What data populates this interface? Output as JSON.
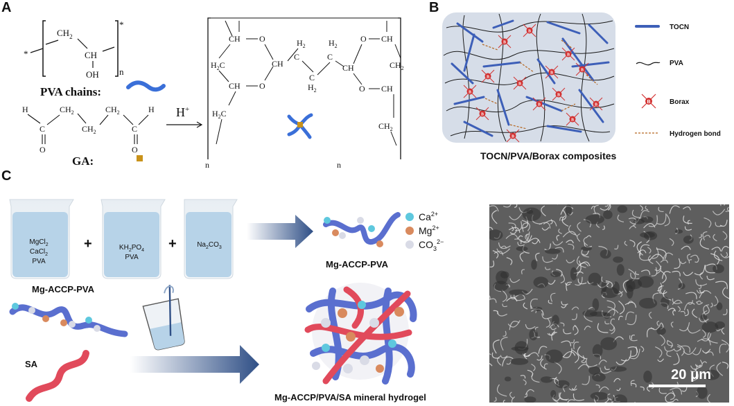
{
  "panels": {
    "a": {
      "letter": "A",
      "pva_label": "PVA chains:",
      "ga_label": "GA:",
      "catalyst": "H",
      "catalyst_sup": "+",
      "repeat_n": "n",
      "ch2": "CH",
      "sub2": "2",
      "ch": "CH",
      "oh": "OH",
      "o": "O",
      "h": "H",
      "c": "C",
      "h2": "H",
      "star": "*",
      "colors": {
        "pva": "#3a6fd8",
        "ga": "#c9921a"
      }
    },
    "b": {
      "letter": "B",
      "caption": "TOCN/PVA/Borax composites",
      "legend": [
        {
          "label": "TOCN",
          "icon": "blue-rod-icon"
        },
        {
          "label": "PVA",
          "icon": "wavy-line-icon"
        },
        {
          "label": "Borax",
          "icon": "borax-cross-icon"
        },
        {
          "label": "Hydrogen bond",
          "icon": "dashed-line-icon"
        }
      ],
      "borax_symbol": "B",
      "colors": {
        "tocn": "#3d5fb8",
        "borax": "#d23030",
        "hbond": "#b5651d",
        "bg": "#d6dde8"
      }
    },
    "c": {
      "letter": "C",
      "beaker1": [
        "MgCl",
        "CaCl",
        "PVA"
      ],
      "beaker1_subs": [
        "2",
        "2"
      ],
      "beaker2": [
        "KH",
        "PO",
        "PVA"
      ],
      "beaker2_subs": [
        "2",
        "4"
      ],
      "beaker3": [
        "Na",
        "CO"
      ],
      "beaker3_subs": [
        "2",
        "3"
      ],
      "plus": "+",
      "label_mg_accp_pva": "Mg-ACCP-PVA",
      "label_mg_accp_pva_2": "Mg-ACCP-PVA",
      "label_sa": "SA",
      "label_hydrogel": "Mg-ACCP/PVA/SA mineral hydrogel",
      "ions": [
        {
          "name": "Ca",
          "charge": "2+",
          "color": "#5ec8de"
        },
        {
          "name": "Mg",
          "charge": "2+",
          "color": "#d98a5e"
        },
        {
          "name": "CO",
          "sub": "3",
          "charge": "2−",
          "color": "#d9dbe6"
        }
      ],
      "scale_label": "20 μm",
      "colors": {
        "pva": "#5a6fcf",
        "sa": "#e14a5b",
        "arrow": "#2f4f86",
        "beaker": "#b7d3e8"
      }
    }
  }
}
